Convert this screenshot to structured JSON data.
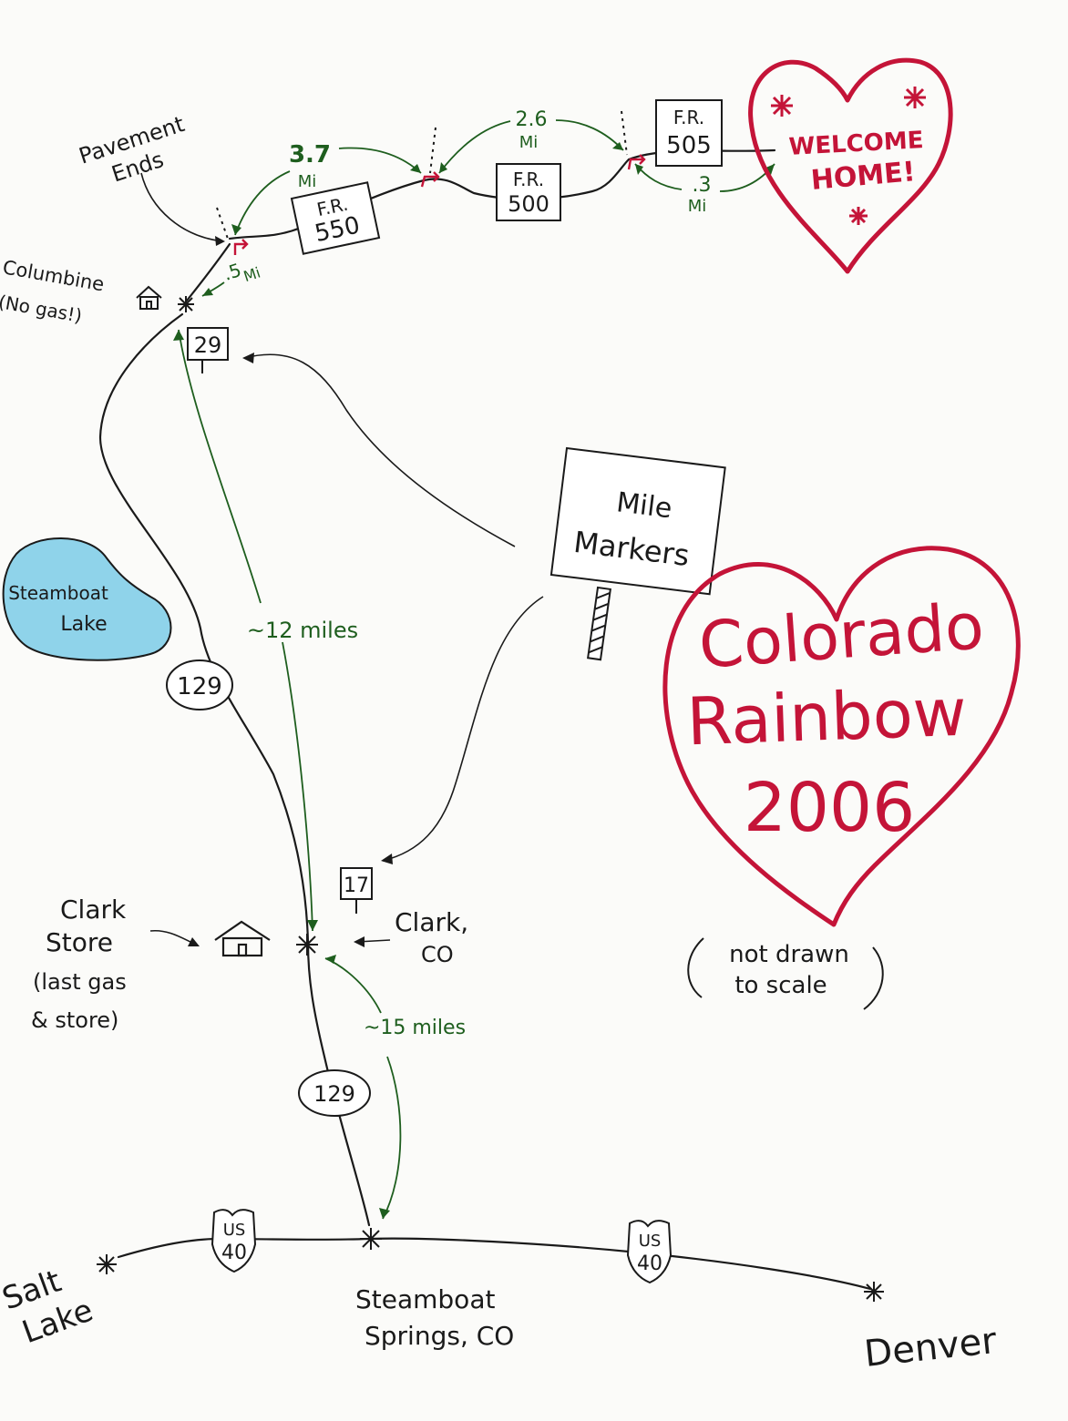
{
  "colors": {
    "ink": "#1a1a1a",
    "green_ink": "#1e5e1e",
    "red_ink": "#c41438",
    "lake": "#8fd3ea",
    "paper": "#fbfbf9"
  },
  "title_heart": {
    "line1": "Colorado",
    "line2": "Rainbow",
    "line3": "2006"
  },
  "welcome_heart": {
    "line1": "WELCOME",
    "line2": "HOME!"
  },
  "note": {
    "line1": "not drawn",
    "line2": "to scale"
  },
  "mile_markers_sign": {
    "line1": "Mile",
    "line2": "Markers"
  },
  "lake": {
    "line1": "Steamboat",
    "line2": "Lake"
  },
  "places": {
    "pavement_ends": {
      "line1": "Pavement",
      "line2": "Ends"
    },
    "columbine": {
      "line1": "Columbine",
      "line2": "(No gas!)"
    },
    "clark_store": {
      "line1": "Clark",
      "line2": "Store",
      "line3": "(last gas",
      "line4": "& store)"
    },
    "clark_co": {
      "line1": "Clark,",
      "line2": "CO"
    },
    "salt_lake": {
      "line1": "Salt",
      "line2": "Lake"
    },
    "steamboat_springs": {
      "line1": "Steamboat",
      "line2": "Springs, CO"
    },
    "denver": "Denver"
  },
  "signs": {
    "fr550": {
      "line1": "F.R.",
      "line2": "550"
    },
    "fr500": {
      "line1": "F.R.",
      "line2": "500"
    },
    "fr505": {
      "line1": "F.R.",
      "line2": "505"
    },
    "mm29": "29",
    "mm17": "17",
    "hwy129_upper": "129",
    "hwy129_lower": "129",
    "us40_left": {
      "line1": "US",
      "line2": "40"
    },
    "us40_right": {
      "line1": "US",
      "line2": "40"
    }
  },
  "distances": {
    "d37": {
      "line1": "3.7",
      "line2": "Mi"
    },
    "d26": {
      "line1": "2.6",
      "line2": "Mi"
    },
    "d03": {
      "line1": ".3",
      "line2": "Mi"
    },
    "d05": {
      "line1": ".5",
      "line2": "Mi"
    },
    "d12": "~12 miles",
    "d15": "~15 miles"
  }
}
